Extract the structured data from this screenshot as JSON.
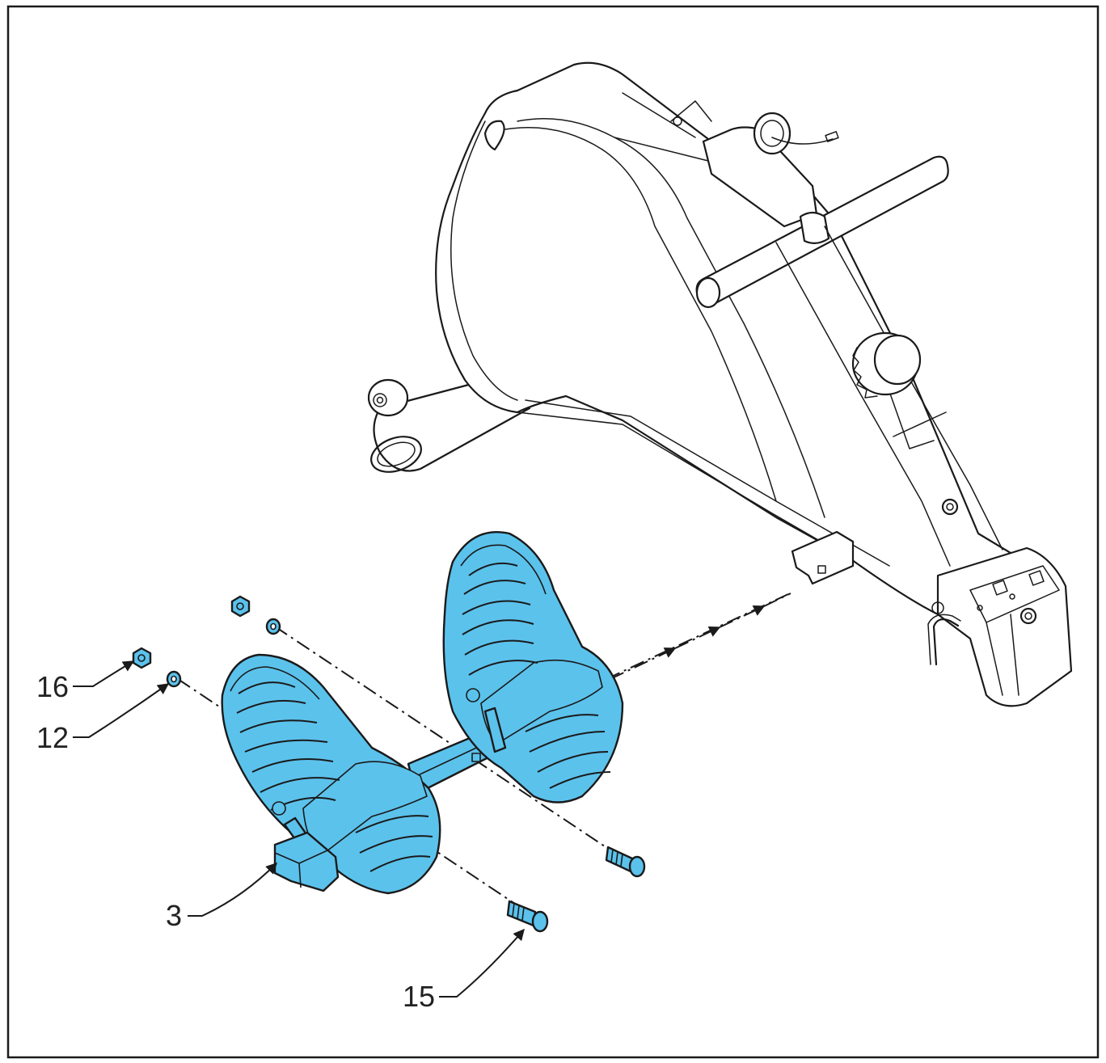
{
  "colors": {
    "highlight": "#5bc2ec",
    "line": "#1a1a1a",
    "background": "#ffffff"
  },
  "callouts": [
    {
      "id": "16",
      "label": "16"
    },
    {
      "id": "12",
      "label": "12"
    },
    {
      "id": "3",
      "label": "3"
    },
    {
      "id": "15",
      "label": "15"
    }
  ]
}
